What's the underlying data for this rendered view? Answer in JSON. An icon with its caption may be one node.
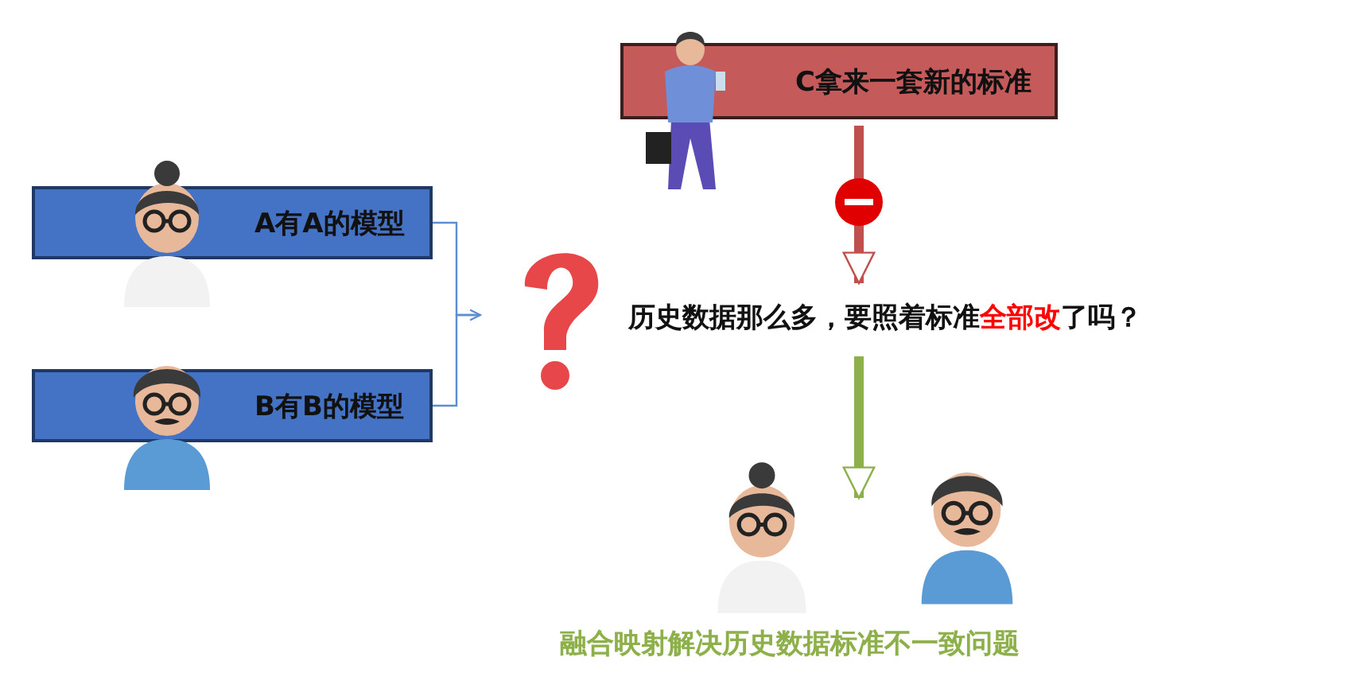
{
  "diagram": {
    "nodes": [
      {
        "text": [
          "A有A的模型"
        ]
      },
      {
        "text": [
          "B有B的模型"
        ]
      },
      {
        "text": [],
        "shape": "picture"
      },
      {
        "text": [
          "C拿来一套新的标准"
        ]
      },
      {
        "text": [
          "历史数据那么多，要照着标准**全部改**了吗？"
        ]
      },
      {
        "text": [
          "融合映射解决历史数据标准不一致问题"
        ]
      }
    ],
    "edges": [
      {
        "from": 0,
        "to": 2,
        "arrow": "to"
      },
      {
        "from": 1,
        "to": 2,
        "arrow": "to"
      },
      {
        "from": 3,
        "to": 4,
        "arrow": "to",
        "style": "thick",
        "color": "#c0504d"
      },
      {
        "from": 4,
        "to": 5,
        "arrow": "to",
        "style": "thick",
        "color": "#8db04a"
      }
    ]
  }
}
